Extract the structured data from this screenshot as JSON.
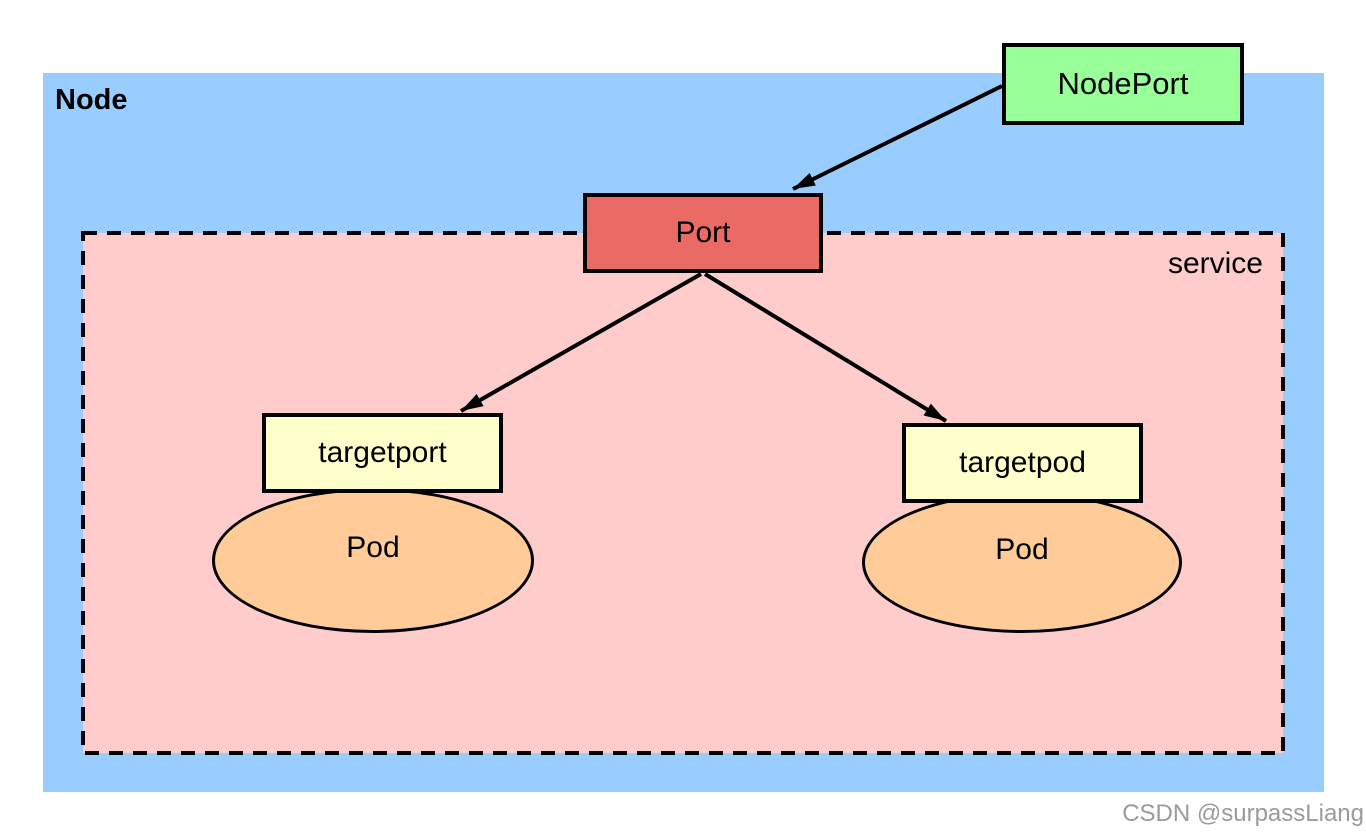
{
  "diagram": {
    "node": {
      "label": "Node"
    },
    "service": {
      "label": "service"
    },
    "nodeport": {
      "label": "NodePort"
    },
    "port": {
      "label": "Port"
    },
    "targetport": {
      "label": "targetport"
    },
    "targetpod": {
      "label": "targetpod"
    },
    "pod_left": {
      "label": "Pod"
    },
    "pod_right": {
      "label": "Pod"
    },
    "edges": [
      {
        "from": "NodePort",
        "to": "Port"
      },
      {
        "from": "Port",
        "to": "targetport"
      },
      {
        "from": "Port",
        "to": "targetpod"
      }
    ]
  },
  "watermark": {
    "text": "CSDN @surpassLiang"
  },
  "colors": {
    "node_bg": "#99ccff",
    "service_bg": "#ffcccc",
    "nodeport_bg": "#99ff99",
    "port_bg": "#ea6b66",
    "target_bg": "#ffffcc",
    "pod_bg": "#ffcc99",
    "stroke": "#000000",
    "watermark_text": "#9b9b9b"
  }
}
